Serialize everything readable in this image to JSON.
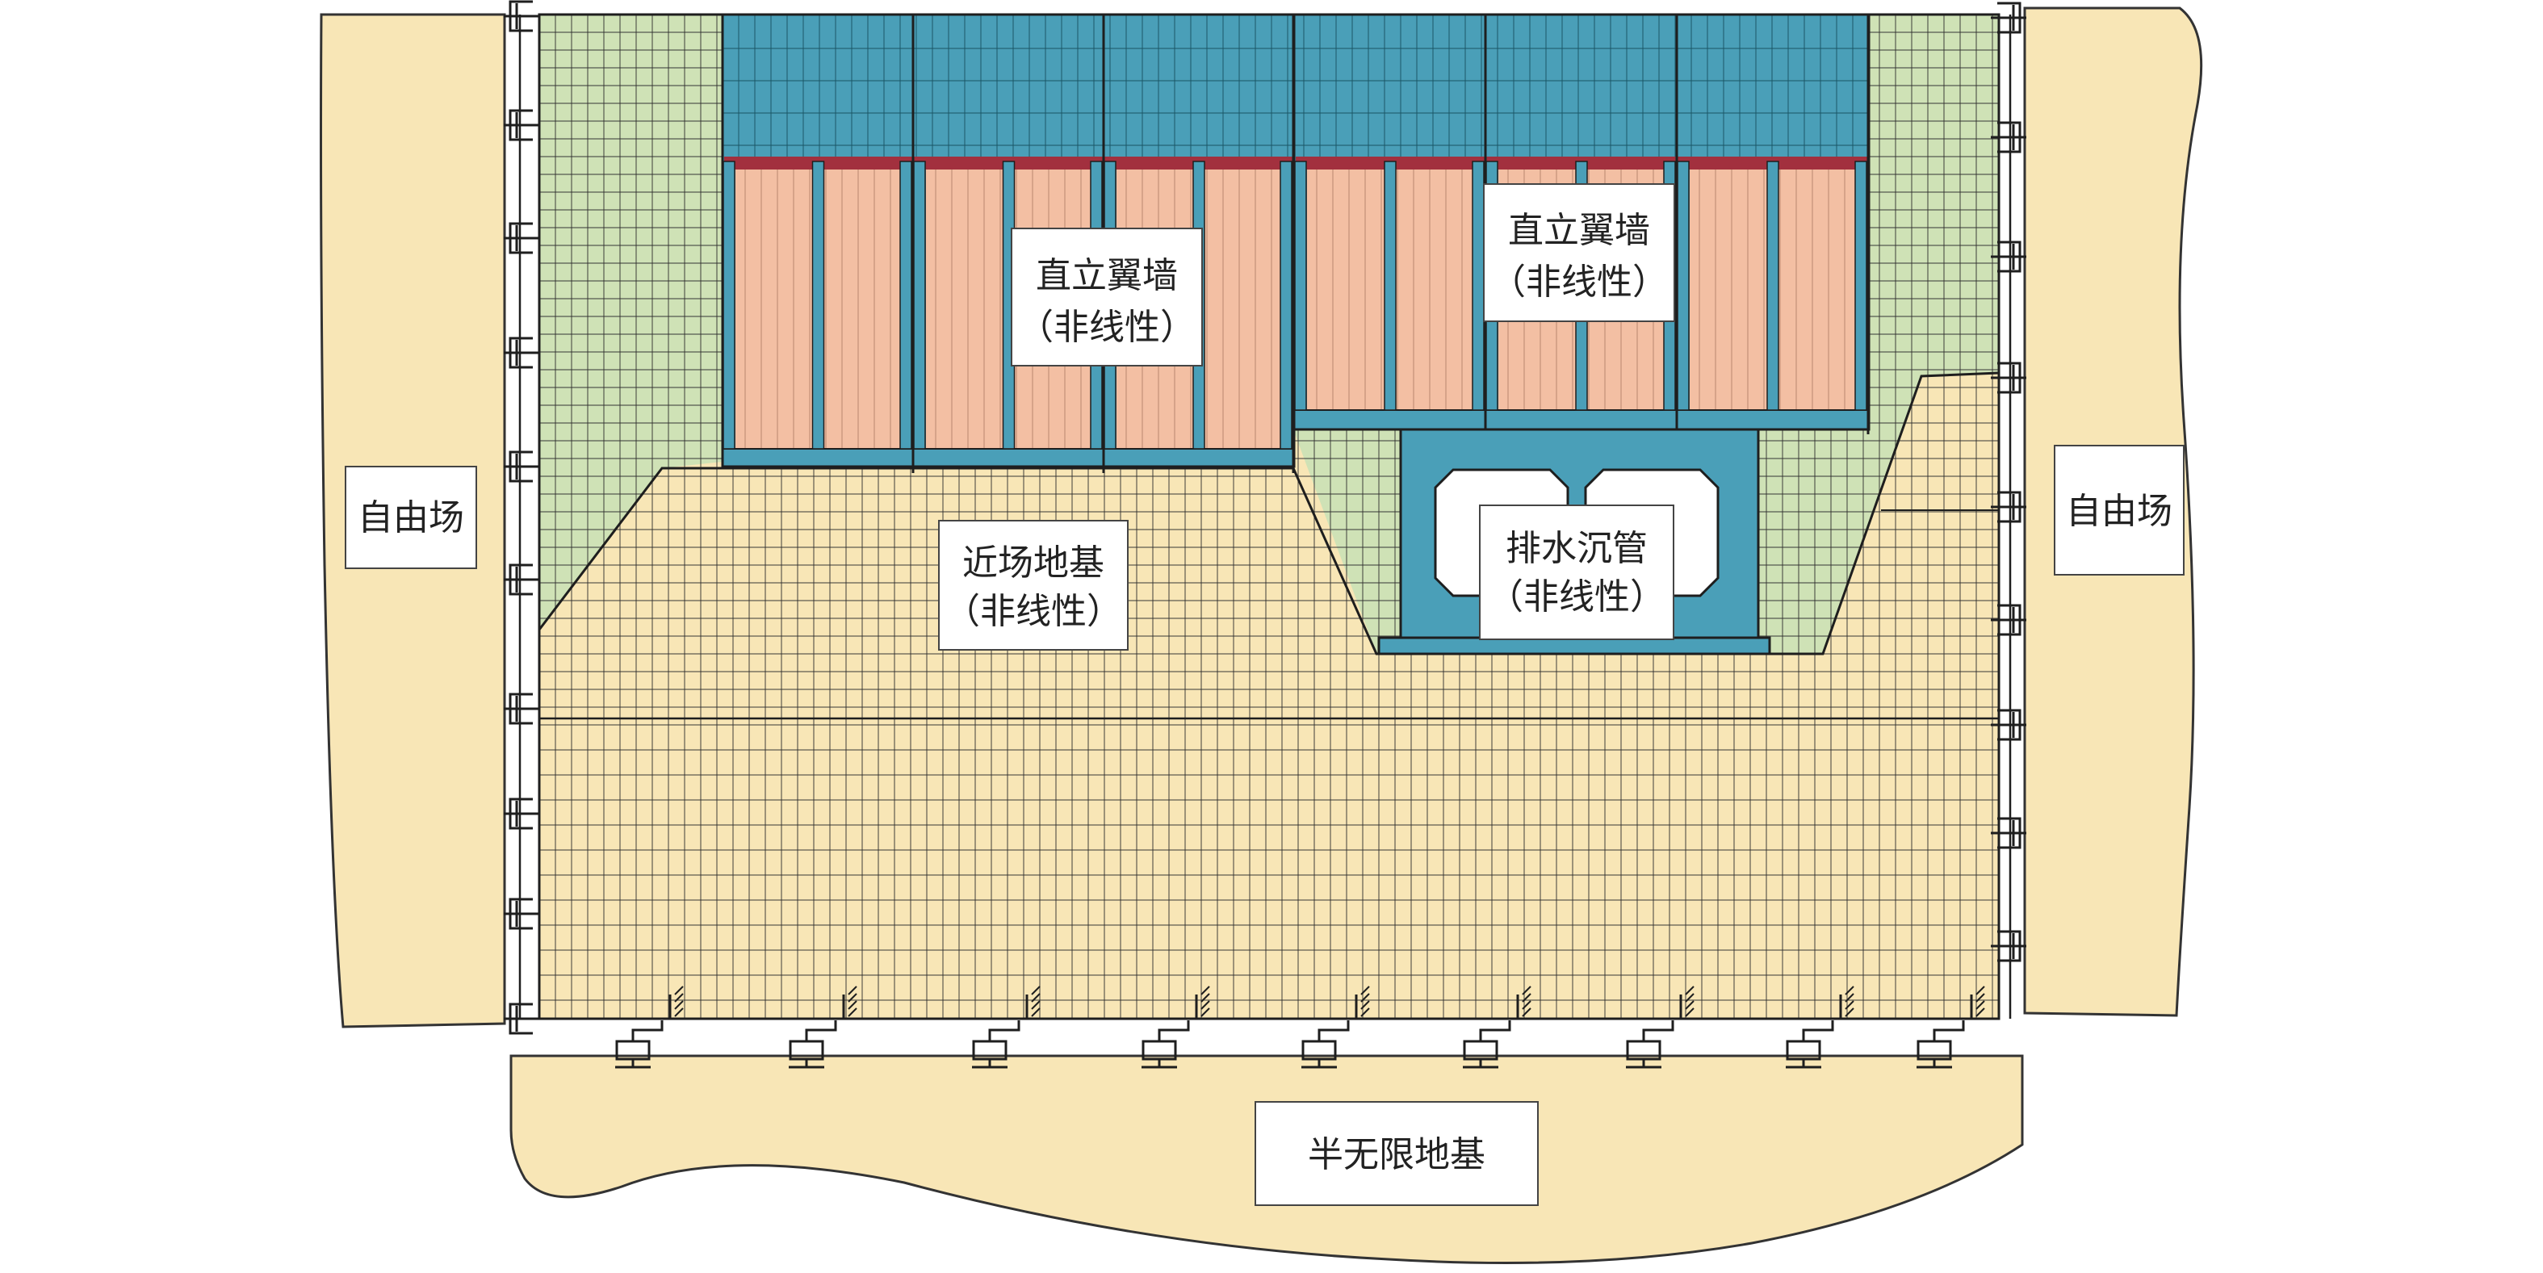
{
  "labels": {
    "free_field_left": "自由场",
    "free_field_right": "自由场",
    "wing_wall_left_line1": "直立翼墙",
    "wing_wall_left_line2": "（非线性）",
    "wing_wall_right_line1": "直立翼墙",
    "wing_wall_right_line2": "（非线性）",
    "near_field_line1": "近场地基",
    "near_field_line2": "（非线性）",
    "culvert_line1": "排水沉管",
    "culvert_line2": "（非线性）",
    "half_space": "半无限地基"
  },
  "colors": {
    "soil_sand": "#f8e6b6",
    "soil_green": "#cfe2b6",
    "structure_teal": "#4a9fb8",
    "backfill_salmon": "#f3bfa3",
    "beam_red": "#a2303e",
    "mesh_line": "#2d2d2d"
  }
}
